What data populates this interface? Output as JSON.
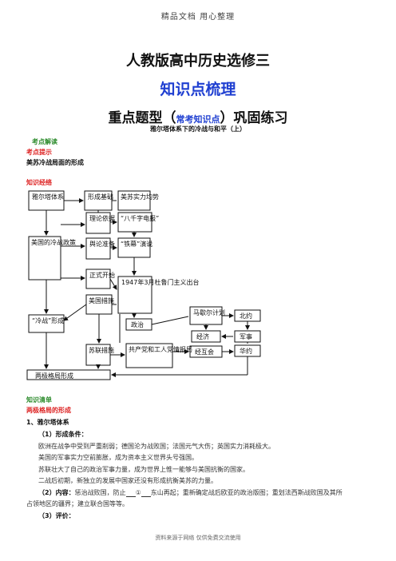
{
  "header": "精品文档 用心整理",
  "title_main": "人教版高中历史选修三",
  "title_blue": "知识点梳理",
  "title_sub": {
    "left": "重点题型（",
    "mid": "常考知识点",
    "right": "）巩固练习"
  },
  "title_small": "雅尔塔体系下的冷战与和平（上）",
  "labels": {
    "kaodian_jiedu": "考点解读",
    "kaodian_tishi": "考点提示",
    "tishi_text": "美苏冷战局面的形成",
    "zhishi_jingluo": "知识经络",
    "zhishi_qingdan": "知识清单",
    "liangji": "两极格局的形成"
  },
  "diagram": {
    "yalta": "雅尔塔体系",
    "xingcheng": "形成基础",
    "junshi": "美苏实力均势",
    "lilun": "理论依据",
    "baqian": "“八千字电报”",
    "meiguo_lengzhan": "美国的冷战政策",
    "yulun": "舆论准备",
    "tiemu": "“铁幕”演说",
    "zhengshi": "正式开始",
    "dumen": "1947年3月杜鲁门主义出台",
    "meiguo_cuoshi": "美国措施",
    "lengzhan_xingcheng": "“冷战”形成",
    "zhengzhi": "政治",
    "maxieer": "马歇尔计划",
    "beiyue": "北约",
    "jingji": "经济",
    "junshi2": "军事",
    "sulian_cuoshi": "苏联措施",
    "gongchandang": "共产党和工人党情报局",
    "jinghuihui": "经互会",
    "huayue": "华约",
    "liangji_xingcheng": "两极格局形成"
  },
  "section1": {
    "heading": "1、雅尔塔体系",
    "p1_title": "（1）形成条件：",
    "p1_lines": [
      "欧洲在战争中受到严重削弱；德国沦为战败国；法国元气大伤；英国实力消耗极大。",
      "美国的军事实力空前膨胀，成为资本主义世界头号强国。",
      "苏联壮大了自己的政治军事力量，成为世界上惟一能够与美国抗衡的国家。",
      "二战后初期，新独立的发展中国家还没有形成抗衡美苏的力量。"
    ],
    "p2_title": "（2）内容：",
    "p2_before": "惩治战败国，防止",
    "p2_blank": "①",
    "p2_after": "东山再起；重新确定战后欧亚的政治版图；重划法西斯战败国及其所",
    "p2_line2": "占领地区的疆界；建立联合国等等。",
    "p3_title": "（3）评价："
  },
  "footer": "资料来源于网络 仅供免费交流使用"
}
